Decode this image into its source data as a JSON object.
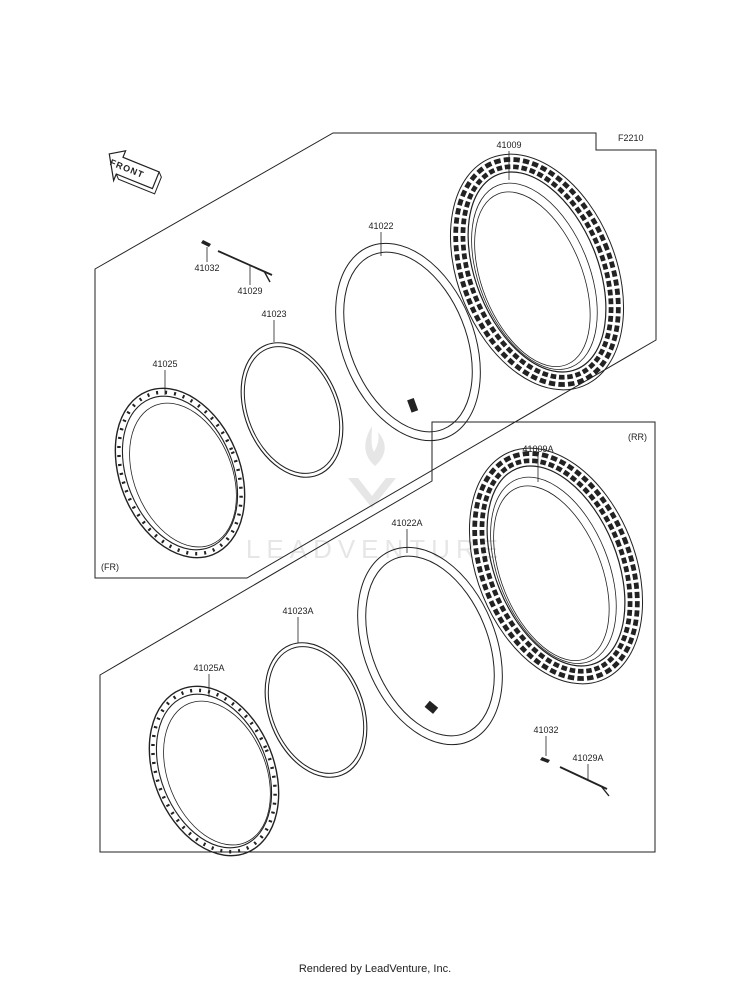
{
  "diagram_code": "F2210",
  "front_label": "FRONT",
  "section_front": "(FR)",
  "section_rear": "(RR)",
  "watermark": "LEADVENTURE",
  "footer": "Rendered by LeadVenture, Inc.",
  "parts": {
    "tire_front": "41009",
    "tube_front": "41022",
    "band_front": "41023",
    "rim_front": "41025",
    "nipple_front": "41032",
    "spoke_front": "41029",
    "tire_rear": "41009A",
    "tube_rear": "41022A",
    "band_rear": "41023A",
    "rim_rear": "41025A",
    "nipple_rear": "41032",
    "spoke_rear": "41029A"
  }
}
